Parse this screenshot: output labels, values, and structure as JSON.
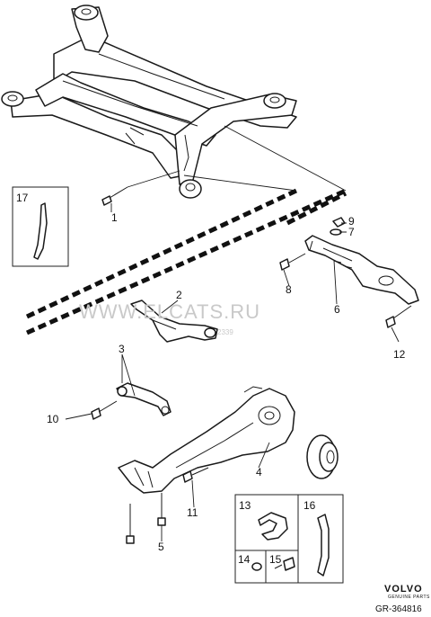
{
  "callouts": {
    "c1": "1",
    "c2": "2",
    "c3": "3",
    "c4": "4",
    "c5": "5",
    "c6": "6",
    "c7": "7",
    "c8": "8",
    "c9": "9",
    "c10": "10",
    "c11": "11",
    "c12": "12",
    "c13": "13",
    "c14": "14",
    "c15": "15",
    "c16": "16",
    "c17": "17"
  },
  "watermark": {
    "main": "WWW.ELCATS.RU",
    "small": "2339"
  },
  "brand": {
    "name": "VOLVO",
    "tagline": "GENUINE PARTS",
    "ref": "GR-364816"
  }
}
